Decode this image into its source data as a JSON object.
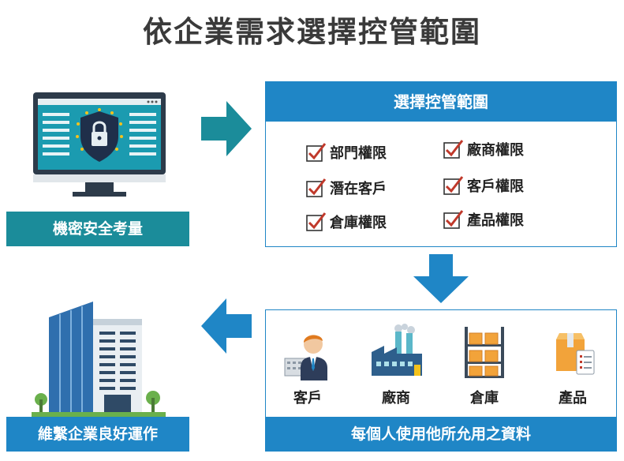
{
  "title": "依企業需求選擇控管範圍",
  "left_top": {
    "label": "機密安全考量"
  },
  "scope_panel": {
    "header": "選擇控管範圍",
    "items": [
      "部門權限",
      "廠商權限",
      "潛在客戶",
      "客戶權限",
      "倉庫權限",
      "產品權限"
    ]
  },
  "resources": {
    "items": [
      "客戶",
      "廠商",
      "倉庫",
      "產品"
    ],
    "label": "每個人使用他所允用之資料"
  },
  "left_bottom": {
    "label": "維繫企業良好運作"
  },
  "colors": {
    "teal": "#1b8c9a",
    "blue": "#1f86c6",
    "check": "#c0392b"
  }
}
